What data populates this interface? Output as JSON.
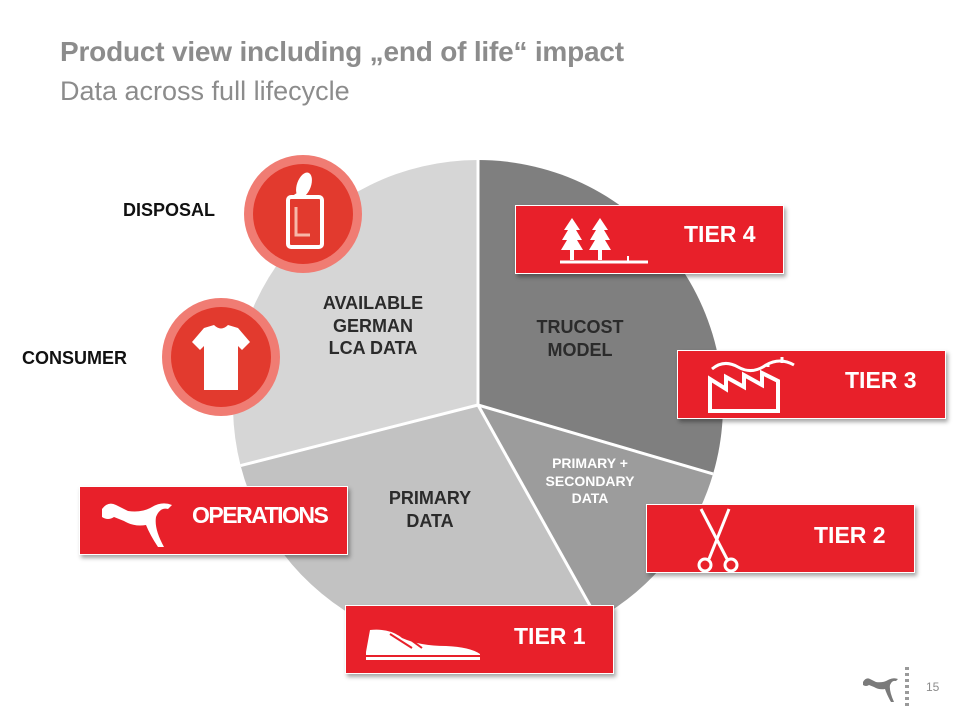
{
  "header": {
    "title": "Product view including „end of life“ impact",
    "subtitle": "Data across full lifecycle"
  },
  "pie": {
    "segments": [
      {
        "label": "AVAILABLE\nGERMAN\nLCA DATA",
        "color": "#d6d6d6"
      },
      {
        "label": "TRUCOST\nMODEL",
        "color": "#7f7f7f"
      },
      {
        "label": "PRIMARY +\nSECONDARY\nDATA",
        "color": "#9c9c9c"
      },
      {
        "label": "PRIMARY\nDATA",
        "color": "#c2c2c2"
      }
    ]
  },
  "side_labels": {
    "disposal": "DISPOSAL",
    "consumer": "CONSUMER"
  },
  "tiers": {
    "tier4": "TIER 4",
    "tier3": "TIER 3",
    "tier2": "TIER 2",
    "tier1": "TIER 1",
    "operations": "OPERATIONS"
  },
  "icons": {
    "tier4": "trees-icon",
    "tier3": "factory-icon",
    "tier2": "scissors-icon",
    "tier1": "shoe-icon",
    "operations": "puma-logo-icon",
    "disposal": "can-icon",
    "consumer": "tshirt-icon"
  },
  "colors": {
    "accent": "#e8202a",
    "title": "#8c8c8c"
  },
  "footer": {
    "page_number": "15"
  }
}
